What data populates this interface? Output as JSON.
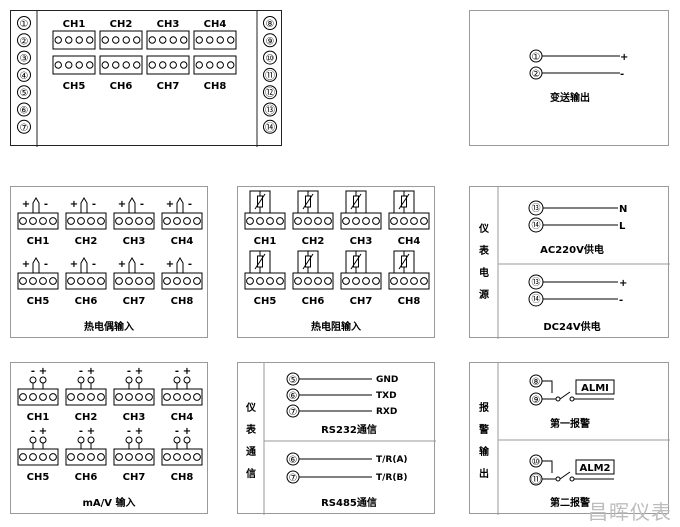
{
  "main_panel": {
    "left_terminals": [
      "①",
      "②",
      "③",
      "④",
      "⑤",
      "⑥",
      "⑦"
    ],
    "right_terminals": [
      "⑧",
      "⑨",
      "⑩",
      "⑪",
      "⑫",
      "⑬",
      "⑭"
    ],
    "top_channels": [
      "CH1",
      "CH2",
      "CH3",
      "CH4"
    ],
    "bottom_channels": [
      "CH5",
      "CH6",
      "CH7",
      "CH8"
    ]
  },
  "transmit_output": {
    "terminals": [
      "①",
      "②"
    ],
    "signs": [
      "+",
      "-"
    ],
    "title": "变送输出"
  },
  "thermocouple": {
    "channels": [
      "CH1",
      "CH2",
      "CH3",
      "CH4",
      "CH5",
      "CH6",
      "CH7",
      "CH8"
    ],
    "plus": "+",
    "minus": "-",
    "title": "热电偶输入"
  },
  "rtd": {
    "channels": [
      "CH1",
      "CH2",
      "CH3",
      "CH4",
      "CH5",
      "CH6",
      "CH7",
      "CH8"
    ],
    "title": "热电阻输入"
  },
  "power": {
    "side_label": [
      "仪",
      "表",
      "电",
      "源"
    ],
    "ac": {
      "terminals": [
        "⑬",
        "⑭"
      ],
      "labels": [
        "N",
        "L"
      ],
      "title": "AC220V供电"
    },
    "dc": {
      "terminals": [
        "⑬",
        "⑭"
      ],
      "labels": [
        "+",
        "-"
      ],
      "title": "DC24V供电"
    }
  },
  "mav": {
    "channels": [
      "CH1",
      "CH2",
      "CH3",
      "CH4",
      "CH5",
      "CH6",
      "CH7",
      "CH8"
    ],
    "top_signs": [
      "-",
      "+"
    ],
    "title": "mA/V 输入"
  },
  "comm": {
    "side_label": [
      "仪",
      "表",
      "通",
      "信"
    ],
    "rs232": {
      "terminals": [
        "⑤",
        "⑥",
        "⑦"
      ],
      "labels": [
        "GND",
        "TXD",
        "RXD"
      ],
      "title": "RS232通信"
    },
    "rs485": {
      "terminals": [
        "⑥",
        "⑦"
      ],
      "labels": [
        "T/R(A)",
        "T/R(B)"
      ],
      "title": "RS485通信"
    }
  },
  "alarm": {
    "side_label": [
      "报",
      "警",
      "输",
      "出"
    ],
    "alm1": {
      "terminals": [
        "⑧",
        "⑨"
      ],
      "label": "ALMI",
      "title": "第一报警"
    },
    "alm2": {
      "terminals": [
        "⑩",
        "⑪"
      ],
      "label": "ALM2",
      "title": "第二报警"
    }
  },
  "watermark": "昌晖仪表"
}
